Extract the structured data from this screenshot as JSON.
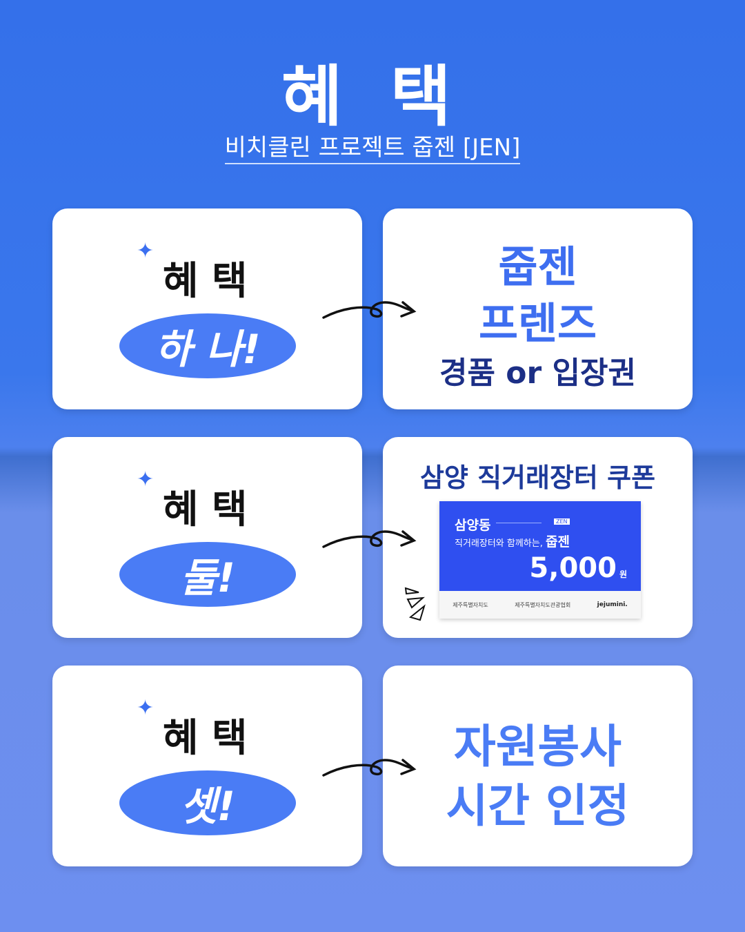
{
  "header": {
    "title": "혜 택",
    "subtitle": "비치클린 프로젝트 줍젠 [JEN]"
  },
  "benefits": [
    {
      "heading": "혜 택",
      "badge": "하 나!",
      "detail": {
        "line1": "줍젠",
        "line2": "프렌즈",
        "line3": "경품 or 입장권"
      }
    },
    {
      "heading": "혜 택",
      "badge": "둘!",
      "detail": {
        "title": "삼양 직거래장터 쿠폰",
        "coupon": {
          "place": "삼양동",
          "tag": "ZEN",
          "line": "직거래장터와 함께하는,",
          "brand": "줍젠",
          "amount": "5,000",
          "unit": "원",
          "sponsors": [
            "제주특별자치도",
            "제주특별자치도관광협회",
            "jejumini."
          ]
        }
      }
    },
    {
      "heading": "혜 택",
      "badge": "셋!",
      "detail": {
        "line1": "자원봉사",
        "line2": "시간 인정"
      }
    }
  ],
  "colors": {
    "accent": "#4a7cf5",
    "navy": "#1c2f86",
    "coupon": "#2f4ff0"
  }
}
